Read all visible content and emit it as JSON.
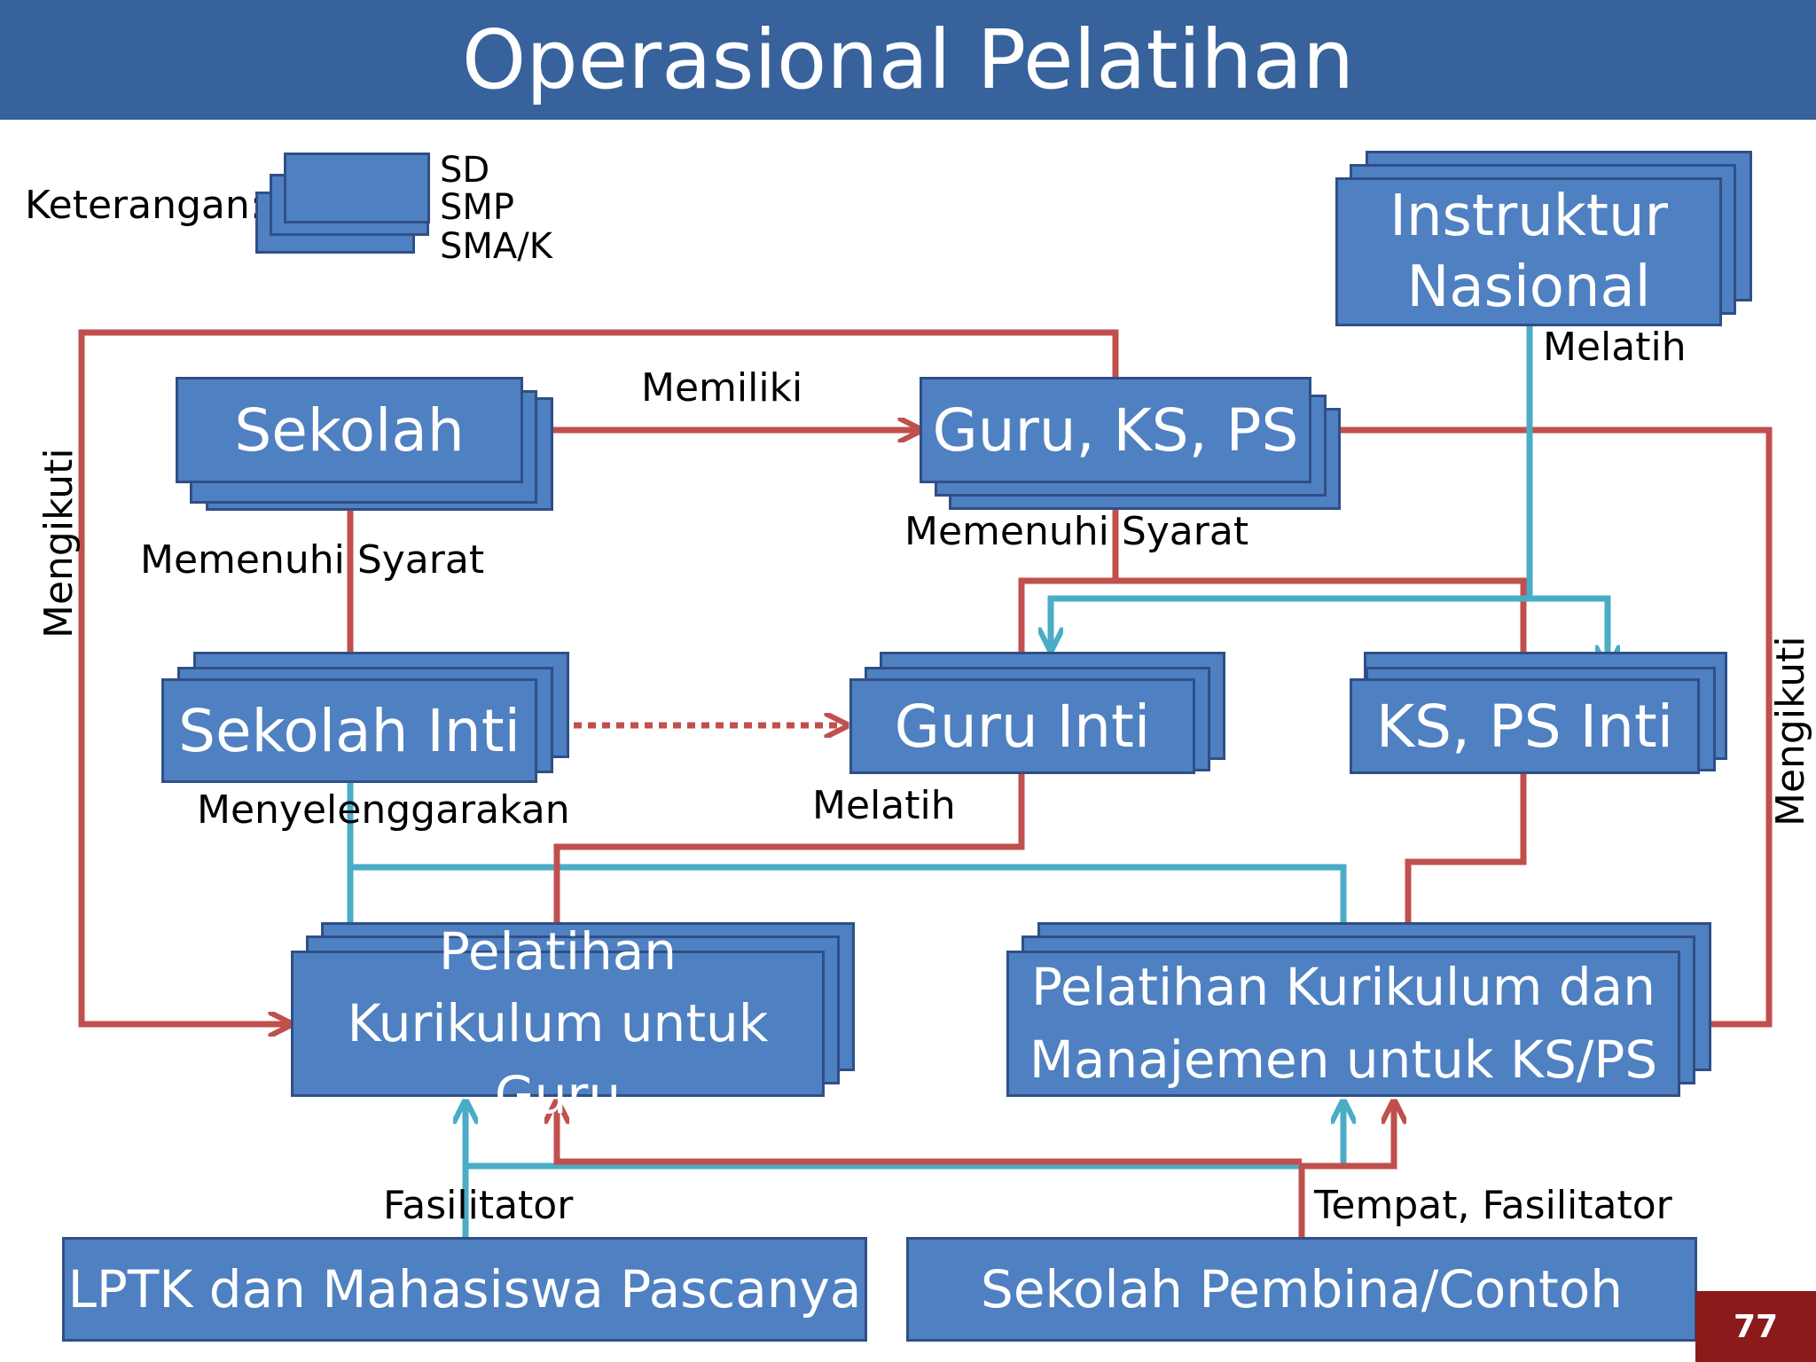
{
  "title": "Operasional Pelatihan",
  "legend": {
    "label": "Keterangan:",
    "items": [
      "SD",
      "SMP",
      "SMA/K"
    ]
  },
  "boxes": {
    "instruktur": "Instruktur Nasional",
    "sekolah": "Sekolah",
    "guru_ks_ps": "Guru, KS, PS",
    "sekolah_inti": "Sekolah Inti",
    "guru_inti": "Guru Inti",
    "ks_ps_inti": "KS, PS Inti",
    "pelatihan_guru": "Pelatihan Kurikulum untuk Guru",
    "pelatihan_ksps": "Pelatihan Kurikulum dan Manajemen untuk KS/PS",
    "lptk": "LPTK dan Mahasiswa Pascanya",
    "sekolah_pembina": "Sekolah Pembina/Contoh"
  },
  "labels": {
    "memiliki": "Memiliki",
    "memenuhi_syarat_1": "Memenuhi Syarat",
    "memenuhi_syarat_2": "Memenuhi Syarat",
    "melatih_1": "Melatih",
    "melatih_2": "Melatih",
    "menyelenggarakan": "Menyelenggarakan",
    "mengikuti_left": "Mengikuti",
    "mengikuti_right": "Mengikuti",
    "fasilitator": "Fasilitator",
    "tempat_fasilitator": "Tempat, Fasilitator"
  },
  "colors": {
    "header": "#37629b",
    "box_fill": "#4f80c1",
    "box_border": "#2f4f86",
    "red_arrow": "#c0504d",
    "teal_arrow": "#4bacc6",
    "page_badge": "#8b1a1a"
  },
  "page_number": "77"
}
